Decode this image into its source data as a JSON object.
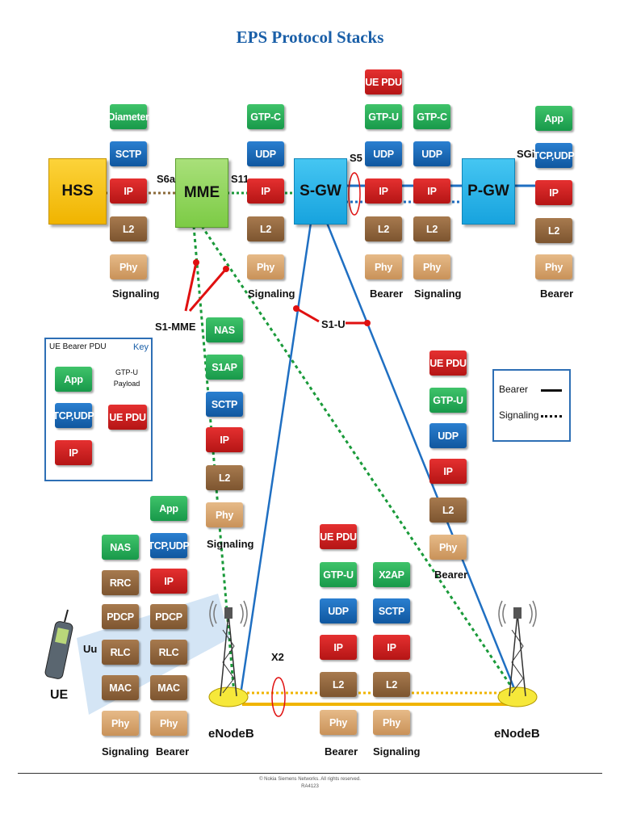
{
  "title": "EPS Protocol Stacks",
  "nodes": {
    "hss": "HSS",
    "mme": "MME",
    "sgw": "S-GW",
    "pgw": "P-GW",
    "ue": "UE",
    "enodeb_left": "eNodeB",
    "enodeb_right": "eNodeB"
  },
  "interfaces": {
    "s6a": "S6a",
    "s11": "S11",
    "s5": "S5",
    "sgi": "SGi",
    "s1_mme": "S1-MME",
    "s1_u": "S1-U",
    "x2": "X2",
    "uu": "Uu"
  },
  "stacks": {
    "hss_mme": {
      "layers": [
        "Diameter",
        "SCTP",
        "IP",
        "L2",
        "Phy"
      ],
      "label": "Signaling"
    },
    "mme_sgw": {
      "layers": [
        "GTP-C",
        "UDP",
        "IP",
        "L2",
        "Phy"
      ],
      "label": "Signaling"
    },
    "s5_bearer": {
      "layers": [
        "UE PDU",
        "GTP-U",
        "UDP",
        "IP",
        "L2",
        "Phy"
      ],
      "label": "Bearer"
    },
    "s5_signaling": {
      "layers": [
        "GTP-C",
        "UDP",
        "IP",
        "L2",
        "Phy"
      ],
      "label": "Signaling"
    },
    "sgi_bearer": {
      "layers": [
        "App",
        "TCP,UDP",
        "IP",
        "L2",
        "Phy"
      ],
      "label": "Bearer"
    },
    "s1_mme": {
      "layers": [
        "NAS",
        "S1AP",
        "SCTP",
        "IP",
        "L2",
        "Phy"
      ],
      "label": "Signaling"
    },
    "s1_u": {
      "layers": [
        "UE PDU",
        "GTP-U",
        "UDP",
        "IP",
        "L2",
        "Phy"
      ],
      "label": "Bearer"
    },
    "uu_signaling": {
      "layers": [
        "NAS",
        "RRC",
        "PDCP",
        "RLC",
        "MAC",
        "Phy"
      ],
      "label": "Signaling"
    },
    "uu_bearer": {
      "layers": [
        "App",
        "TCP,UDP",
        "IP",
        "PDCP",
        "RLC",
        "MAC",
        "Phy"
      ],
      "label": "Bearer"
    },
    "x2_bearer": {
      "layers": [
        "UE PDU",
        "GTP-U",
        "UDP",
        "IP",
        "L2",
        "Phy"
      ],
      "label": "Bearer"
    },
    "x2_signaling": {
      "layers": [
        "X2AP",
        "SCTP",
        "IP",
        "L2",
        "Phy"
      ],
      "label": "Signaling"
    }
  },
  "key_ue": {
    "title": "UE Bearer PDU",
    "key_label": "Key",
    "layers": [
      "App",
      "TCP,UDP",
      "IP"
    ],
    "payload_label": "GTP-U Payload",
    "pdu": "UE PDU"
  },
  "legend": {
    "bearer": "Bearer",
    "signaling": "Signaling"
  },
  "colors": {
    "title": "#1a5fa8",
    "bearer_line": "#1f6fc2",
    "signaling_line": "#1a9a3a",
    "hss_line": "#8b6a3a",
    "x2_line": "#f0b400",
    "marker": "#e01010",
    "hss_box": "#f7c200",
    "mme_box": "#8fd65a",
    "gw_box": "#24b6ec"
  },
  "footer": {
    "line1": "© Nokia Siemens Networks. All rights reserved.",
    "line2": "RA4123"
  }
}
